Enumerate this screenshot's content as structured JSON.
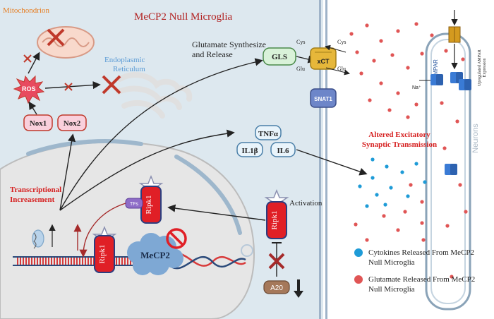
{
  "title": "MeCP2 Null Microglia",
  "organelles": {
    "mitochondrion": "Mitochondrion",
    "er_line1": "Endoplasmic",
    "er_line2": "Reticulum"
  },
  "ros": "ROS",
  "nox1": "Nox1",
  "nox2": "Nox2",
  "glutamate_line1": "Glutamate Synthesize",
  "glutamate_line2": "and Release",
  "gls": "GLS",
  "cytokines": {
    "tnf": "TNFα",
    "il1b": "IL1β",
    "il6": "IL6"
  },
  "transcriptional_line1": "Transcriptional",
  "transcriptional_line2": "Increasement",
  "tfs": "TFs",
  "ripk1": "Ripk1",
  "mecp2": "MeCP2",
  "activation": "Activation",
  "a20": "A20",
  "transporters": {
    "xct": "xCT",
    "snat1": "SNAT1",
    "cys_left": "Cys",
    "cys_right": "Cys",
    "glu_left": "Glu",
    "glu_right": "Glu"
  },
  "altered_line1": "Altered Excitatory",
  "altered_line2": "Synaptic Transmission",
  "neuron": {
    "label": "Neurons",
    "ampar": "AMPAR",
    "na": "Na⁺",
    "upregulated_line1": "Upregulated AMPAR",
    "upregulated_line2": "Expression"
  },
  "legend": {
    "cytokine_line1": "Cytokines Released From MeCP2",
    "cytokine_line2": "Null Microglia",
    "glutamate_line1": "Glutamate Released From MeCP2",
    "glutamate_line2": "Null Microglia",
    "cytokine_color": "#1e9bd7",
    "glutamate_color": "#e05555"
  },
  "colors": {
    "title": "#b22222",
    "mitochondrion": "#e67e22",
    "er": "#5b9bd5",
    "red_text": "#d62020",
    "ripk1": "#e01f26",
    "membrane": "#9fb3c8"
  }
}
